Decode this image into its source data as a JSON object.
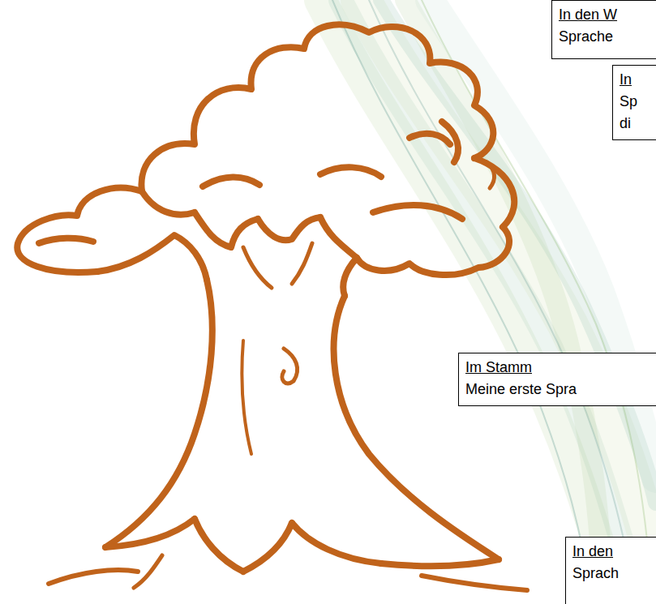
{
  "diagram": {
    "nodes": [
      {
        "text": [
          "In den W",
          "Sprache"
        ]
      },
      {
        "text": [
          "In",
          "Sp di"
        ]
      },
      {
        "text": [
          "Im Stamm",
          "Meine erste Spra"
        ]
      },
      {
        "text": [
          "In den",
          "Sprach"
        ]
      }
    ]
  }
}
